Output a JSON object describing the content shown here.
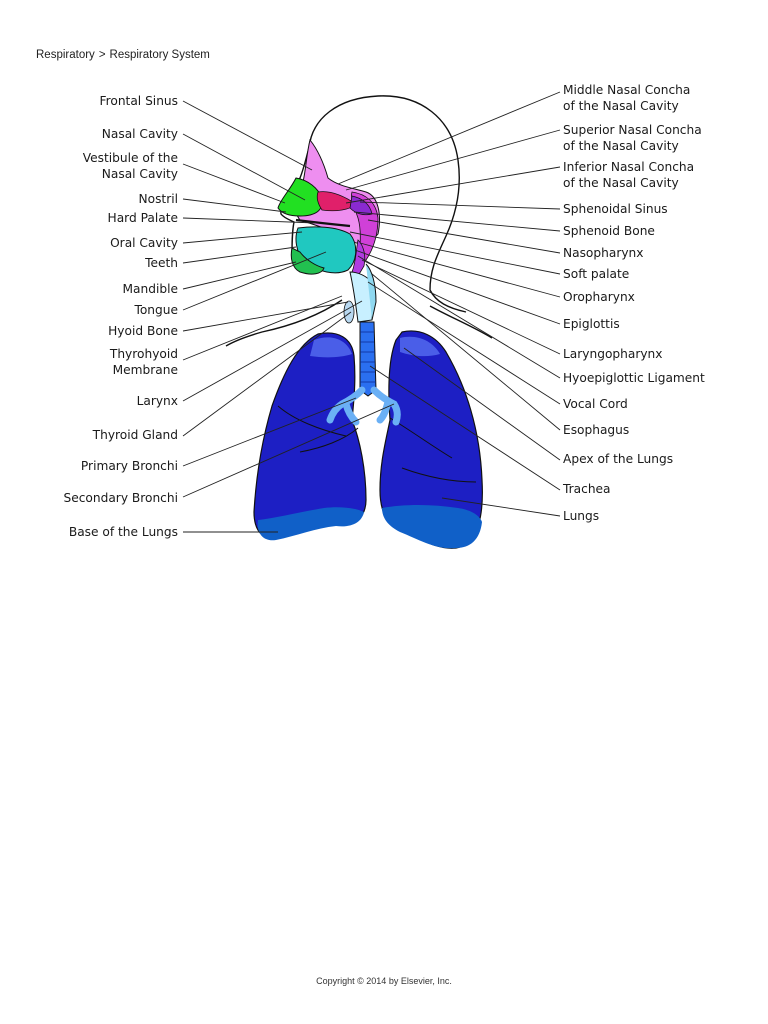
{
  "breadcrumb": {
    "section": "Respiratory",
    "separator": ">",
    "page": "Respiratory System"
  },
  "labels_left": [
    {
      "id": "frontal-sinus",
      "lines": [
        "Frontal Sinus"
      ]
    },
    {
      "id": "nasal-cavity",
      "lines": [
        "Nasal Cavity"
      ]
    },
    {
      "id": "vestibule",
      "lines": [
        "Vestibule of the",
        "Nasal Cavity"
      ]
    },
    {
      "id": "nostril",
      "lines": [
        "Nostril"
      ]
    },
    {
      "id": "hard-palate",
      "lines": [
        "Hard Palate"
      ]
    },
    {
      "id": "oral-cavity",
      "lines": [
        "Oral Cavity"
      ]
    },
    {
      "id": "teeth",
      "lines": [
        "Teeth"
      ]
    },
    {
      "id": "mandible",
      "lines": [
        "Mandible"
      ]
    },
    {
      "id": "tongue",
      "lines": [
        "Tongue"
      ]
    },
    {
      "id": "hyoid-bone",
      "lines": [
        "Hyoid Bone"
      ]
    },
    {
      "id": "thyrohyoid-membrane",
      "lines": [
        "Thyrohyoid",
        "Membrane"
      ]
    },
    {
      "id": "larynx",
      "lines": [
        "Larynx"
      ]
    },
    {
      "id": "thyroid-gland",
      "lines": [
        "Thyroid Gland"
      ]
    },
    {
      "id": "primary-bronchi",
      "lines": [
        "Primary Bronchi"
      ]
    },
    {
      "id": "secondary-bronchi",
      "lines": [
        "Secondary Bronchi"
      ]
    },
    {
      "id": "base-of-lungs",
      "lines": [
        "Base of the Lungs"
      ]
    }
  ],
  "labels_right": [
    {
      "id": "middle-nasal-concha",
      "lines": [
        "Middle Nasal Concha",
        "of the Nasal Cavity"
      ]
    },
    {
      "id": "superior-nasal-concha",
      "lines": [
        "Superior Nasal Concha",
        "of the Nasal Cavity"
      ]
    },
    {
      "id": "inferior-nasal-concha",
      "lines": [
        "Inferior Nasal Concha",
        "of the Nasal Cavity"
      ]
    },
    {
      "id": "sphenoidal-sinus",
      "lines": [
        "Sphenoidal Sinus"
      ]
    },
    {
      "id": "sphenoid-bone",
      "lines": [
        "Sphenoid Bone"
      ]
    },
    {
      "id": "nasopharynx",
      "lines": [
        "Nasopharynx"
      ]
    },
    {
      "id": "soft-palate",
      "lines": [
        "Soft palate"
      ]
    },
    {
      "id": "oropharynx",
      "lines": [
        "Oropharynx"
      ]
    },
    {
      "id": "epiglottis",
      "lines": [
        "Epiglottis"
      ]
    },
    {
      "id": "laryngopharynx",
      "lines": [
        "Laryngopharynx"
      ]
    },
    {
      "id": "hyoepiglottic-ligament",
      "lines": [
        "Hyoepiglottic Ligament"
      ]
    },
    {
      "id": "vocal-cord",
      "lines": [
        "Vocal Cord"
      ]
    },
    {
      "id": "esophagus",
      "lines": [
        "Esophagus"
      ]
    },
    {
      "id": "apex-of-lungs",
      "lines": [
        "Apex of the Lungs"
      ]
    },
    {
      "id": "trachea",
      "lines": [
        "Trachea"
      ]
    },
    {
      "id": "lungs",
      "lines": [
        "Lungs"
      ]
    }
  ],
  "colors": {
    "lung_dark": "#1d1fc4",
    "lung_base": "#1060c8",
    "lung_apex": "#4a5ee8",
    "trachea": "#2a6ff0",
    "bronchi_light": "#6ab0f5",
    "nasal_pink": "#ee8ef0",
    "magenta": "#d040d8",
    "green": "#22e022",
    "teal": "#20c8c0",
    "crimson": "#e0206a",
    "purple": "#8a2ad0",
    "outline": "#111111"
  },
  "copyright": "Copyright © 2014 by Elsevier, Inc."
}
